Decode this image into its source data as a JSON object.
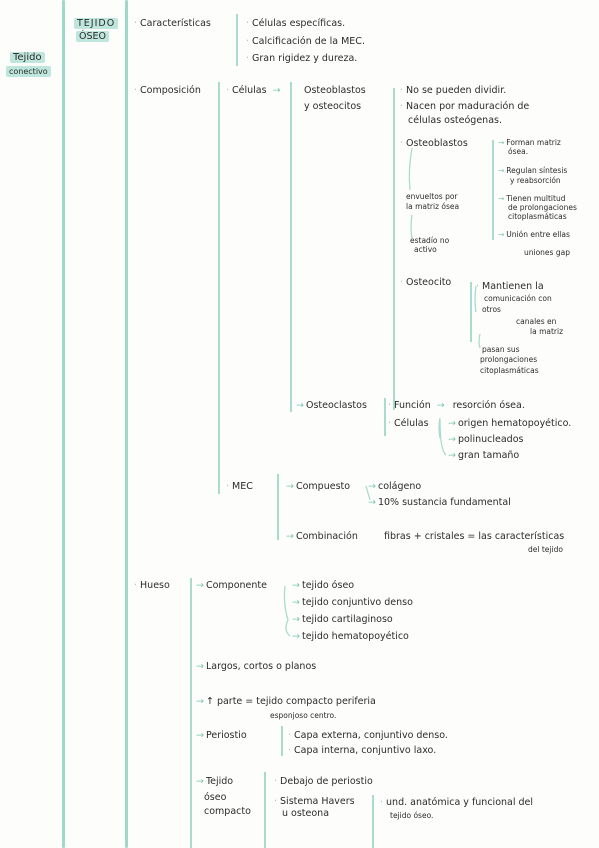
{
  "bullet": "·",
  "arrow": "→",
  "root": [
    "Tejido",
    "conectivo"
  ],
  "title": [
    "TEJIDO",
    "ÓSEO"
  ],
  "car": {
    "label": "Características",
    "items": [
      "Células específicas.",
      "Calcificación de la MEC.",
      "Gran rigidez y dureza."
    ]
  },
  "comp": {
    "label": "Composición",
    "celulas": "Células",
    "ost": {
      "label": [
        "Osteoblastos",
        "y osteocitos"
      ],
      "items": [
        "No se pueden dividir.",
        "Nacen por maduración de",
        "células osteógenas."
      ]
    },
    "blastos": {
      "label": "Osteoblastos",
      "left": [
        "envueltos por",
        "la matriz ósea",
        "estadío no",
        "activo"
      ],
      "right": [
        "Forman matriz",
        "ósea.",
        "Regulan síntesis",
        "y reabsorción",
        "Tienen multitud",
        "de prolongaciones",
        "citoplasmáticas",
        "Unión entre ellas",
        "uniones gap"
      ]
    },
    "cito": {
      "label": "Osteocito",
      "items": [
        "Mantienen la",
        "comunicación con",
        "otros",
        "canales en",
        "la matriz",
        "pasan sus",
        "prolongaciones",
        "citoplasmáticas"
      ]
    },
    "clastos": {
      "label": "Osteoclastos",
      "func": "Función",
      "func_val": "resorción ósea.",
      "cel": "Células",
      "cel_items": [
        "origen hematopoyético.",
        "polinucleados",
        "gran tamaño"
      ]
    },
    "mec": {
      "label": "MEC",
      "compuesto": "Compuesto",
      "comp_items": [
        "colágeno",
        "10% sustancia fundamental"
      ],
      "comb": "Combinación",
      "comb_text": "fibras + cristales = las características",
      "comb_text2": "del tejido"
    }
  },
  "hueso": {
    "label": "Hueso",
    "componente": "Componente",
    "comp_items": [
      "tejido óseo",
      "tejido conjuntivo denso",
      "tejido cartilaginoso",
      "tejido hematopoyético"
    ],
    "tipos": "Largos, cortos o planos",
    "parte": "↑ parte = tejido compacto periferia",
    "parte2": "esponjoso centro.",
    "periostio": "Periostio",
    "peri_items": [
      "Capa externa, conjuntivo denso.",
      "Capa interna, conjuntivo laxo."
    ],
    "compacto": [
      "Tejido",
      "óseo",
      "compacto"
    ],
    "comp_list": [
      "Debajo de periostio",
      "Sistema Havers",
      "u osteona"
    ],
    "unidad": [
      "und. anatómica y funcional del",
      "tejido óseo."
    ]
  }
}
